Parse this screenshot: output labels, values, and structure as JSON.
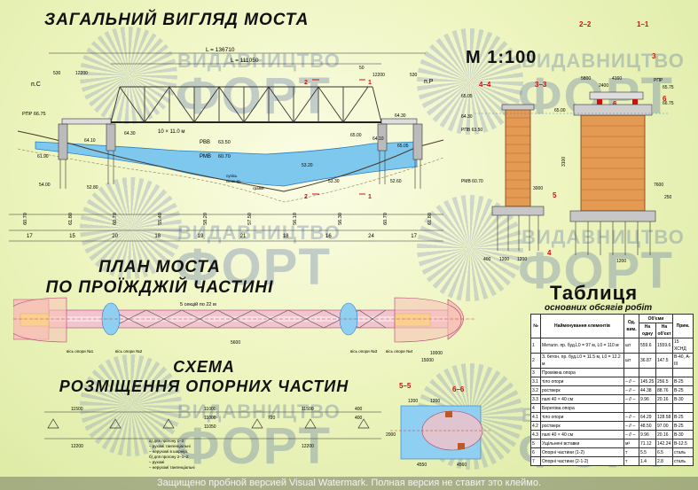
{
  "titles": {
    "general_view": "ЗАГАЛЬНИЙ ВИГЛЯД МОСТА",
    "scale": "М 1:100",
    "plan_line1": "ПЛАН МОСТА",
    "plan_line2": "ПО ПРОЇЖДЖІЙ ЧАСТИНІ",
    "scheme_line1": "СХЕМА",
    "scheme_line2": "РОЗМІЩЕННЯ ОПОРНИХ ЧАСТИН",
    "table_title": "Таблиця",
    "table_subtitle": "основних обсягів робіт"
  },
  "watermark": {
    "publisher_small": "ВИДАВНИЦТВО",
    "publisher_big": "ФОРТ"
  },
  "footer": "Защищено пробной версией Visual Watermark. Полная версия не ставит это клеймо.",
  "section_marks": {
    "s1": "1",
    "s2": "2",
    "s3": "3",
    "s4": "4",
    "s5": "5",
    "s6": "6",
    "s11": "1–1",
    "s22": "2–2",
    "s33": "3–3",
    "s44": "4–4",
    "s55": "5–5",
    "s66": "6–6"
  },
  "elevation": {
    "bank_left": "п.С",
    "bank_right": "п.Р",
    "total_length": "L = 136710",
    "span_length": "L = 111050",
    "panels": "10 × 11.0 м",
    "rvv": "РВВ",
    "rvv_level": "63.50",
    "rmv": "РМВ",
    "rmv_level": "60.70",
    "rpr": "РПР 66.75",
    "levels": [
      "64.10",
      "64.30",
      "65.00",
      "64.30",
      "64.10",
      "61.90",
      "54.00",
      "52.80",
      "53.30",
      "52.60",
      "53.20",
      "65.05"
    ],
    "soil_labels": [
      "супісь",
      "пісок кр.",
      "гравій"
    ],
    "dims_top": [
      "530",
      "12200",
      "50",
      "12200",
      "530"
    ],
    "stations_row": [
      "17",
      "15",
      "20",
      "18",
      "19",
      "21",
      "18",
      "16",
      "24",
      "17"
    ],
    "elev_row": [
      "60.70",
      "61.80",
      "60.70",
      "55.40",
      "58.20",
      "57.50",
      "56.10",
      "56.30",
      "60.70",
      "61.80"
    ]
  },
  "section_dims": {
    "d1": "1200",
    "d2": "1200",
    "d3": "400",
    "d4": "3000",
    "d5": "3100",
    "d6": "7600",
    "d7": "250",
    "d8": "5800",
    "d9": "4160",
    "d10": "2400",
    "lvl1": "65.05",
    "lvl2": "64.30",
    "lvl3": "65.00",
    "lvl4": "65.75",
    "lvl5": "66.75",
    "lvl6": "РПВ 63.50",
    "lvl7": "РМВ 60.70",
    "rpr2": "РПР",
    "scale_val": "1200"
  },
  "plan": {
    "sections_label": "5 секцій по 22 м",
    "width_label": "5600",
    "abut_w": "10000",
    "abut_w2": "15000",
    "axis_labels": [
      "вісь опори №1",
      "вісь опори №2",
      "вісь опори №3",
      "вісь опори №4"
    ]
  },
  "scheme": {
    "dims": [
      "11500",
      "12200",
      "11000",
      "11000",
      "11050",
      "720",
      "11500",
      "12200",
      "400",
      "400"
    ],
    "legend": [
      "а) для прогону 1–2:",
      "– рухомі тангенціальні",
      "– нерухомі в шарнірі",
      "б) для прогону 2–1–2:",
      "– рухомі",
      "– нерухомі тангенціальні"
    ],
    "plan_dims": [
      "4550",
      "1200",
      "1200",
      "4560",
      "2000"
    ]
  },
  "table": {
    "headers": [
      "№",
      "Найменування елементів",
      "Од. вим.",
      "Об'єми",
      "Прим."
    ],
    "sub_headers": [
      "На одну",
      "На об'єкт"
    ],
    "rows": [
      [
        "1",
        "Металл. пр. буд.L0 = 97 м, L0 = 110 м",
        "шт",
        "559.6",
        "1559.6",
        "15 ХСНД"
      ],
      [
        "2",
        "З. бетон. пр. буд.L0 = 11.5 м, L0 = 12.2 м",
        "шт",
        "36.87",
        "147.5",
        "В-40, А-III"
      ],
      [
        "3",
        "Проміжна опора",
        "",
        "",
        "",
        ""
      ],
      [
        "3.1",
        "тіло опори",
        "– // –",
        "145.25",
        "256.5",
        "В-25"
      ],
      [
        "3.2",
        "ростверк",
        "– // –",
        "44.38",
        "88.76",
        "В-25"
      ],
      [
        "3.3",
        "палі 40 × 40 см",
        "– // –",
        "9.96",
        "20.16",
        "В-30"
      ],
      [
        "4",
        "Берегова опора",
        "",
        "",
        "",
        ""
      ],
      [
        "4.1",
        "тіло опори",
        "– // –",
        "64.29",
        "128.58",
        "В-25"
      ],
      [
        "4.2",
        "ростверк",
        "– // –",
        "48.50",
        "97.00",
        "В-25"
      ],
      [
        "4.3",
        "палі 40 × 40 см",
        "– // –",
        "9.96",
        "20.16",
        "В-30"
      ],
      [
        "5",
        "Ущільнені вставки",
        "м³",
        "71.12",
        "142.24",
        "В-12.5"
      ],
      [
        "6",
        "Опорні частини (1-2)",
        "т",
        "5.5",
        "6.5",
        "сталь"
      ],
      [
        "7",
        "Опорні частини (2-1-2)",
        "т",
        "1.4",
        "2.8",
        "сталь"
      ]
    ]
  }
}
